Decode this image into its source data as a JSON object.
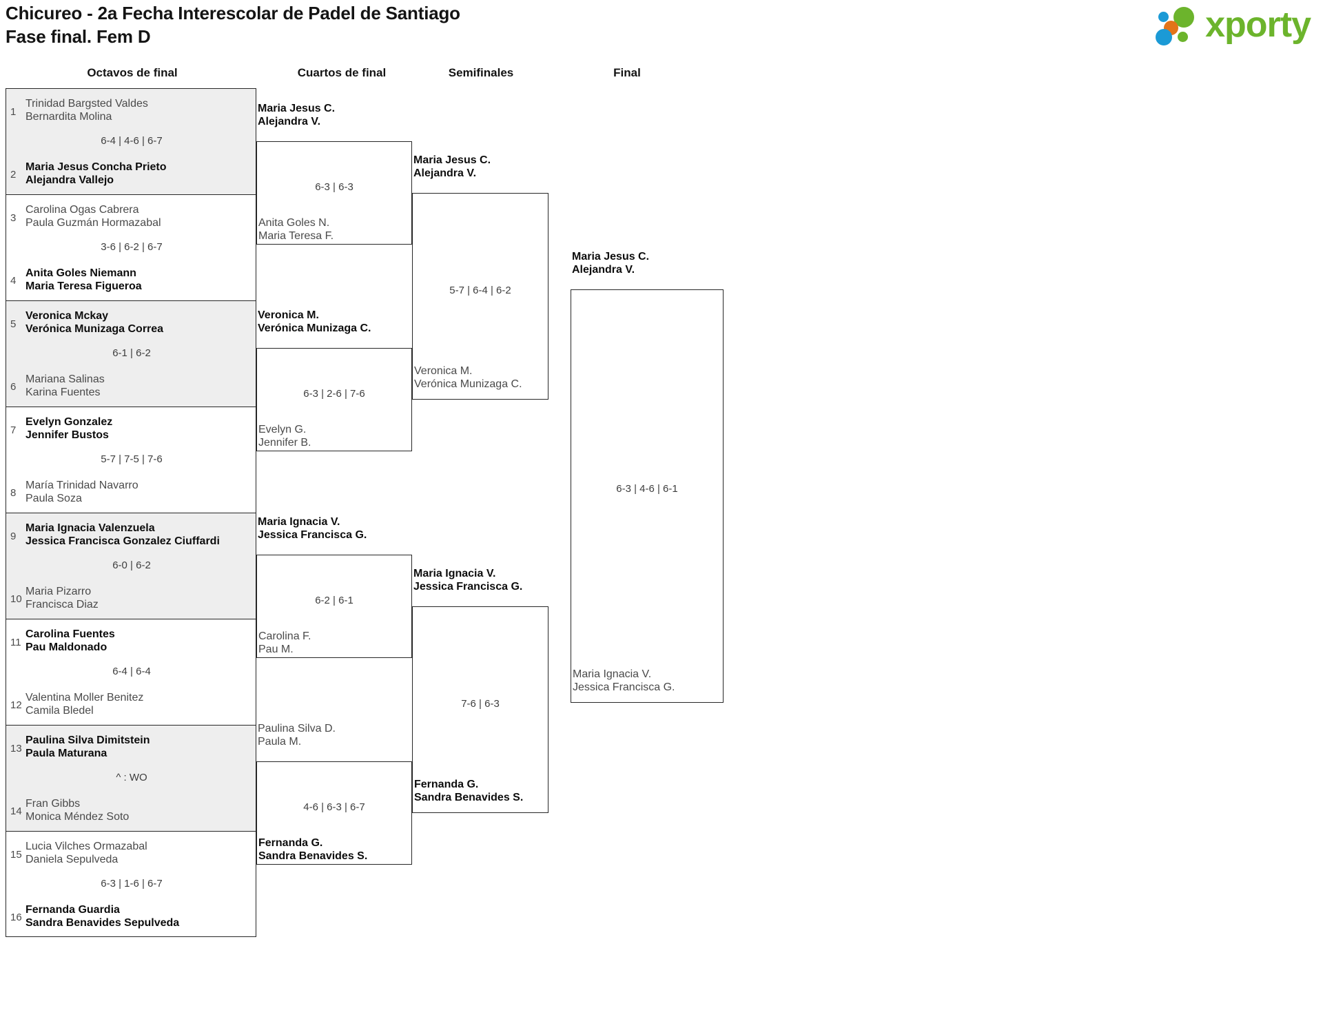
{
  "header": {
    "title_line1": "Chicureo - 2a Fecha Interescolar de Padel de Santiago",
    "title_line2": "Fase final. Fem D",
    "logo_text": "xporty"
  },
  "rounds": [
    {
      "label": "Octavos de final"
    },
    {
      "label": "Cuartos de final"
    },
    {
      "label": "Semifinales"
    },
    {
      "label": "Final"
    }
  ],
  "round1": [
    {
      "seed_top": "1",
      "top_l1": "Trinidad Bargsted Valdes",
      "top_l2": "Bernardita Molina",
      "top_win": false,
      "score": "6-4 | 4-6 | 6-7",
      "seed_bot": "2",
      "bot_l1": "Maria Jesus Concha Prieto",
      "bot_l2": "Alejandra Vallejo",
      "bot_win": true,
      "shaded": true
    },
    {
      "seed_top": "3",
      "top_l1": "Carolina Ogas Cabrera",
      "top_l2": "Paula Guzmán Hormazabal",
      "top_win": false,
      "score": "3-6 | 6-2 | 6-7",
      "seed_bot": "4",
      "bot_l1": "Anita Goles Niemann",
      "bot_l2": "Maria Teresa Figueroa",
      "bot_win": true,
      "shaded": false
    },
    {
      "seed_top": "5",
      "top_l1": "Veronica Mckay",
      "top_l2": "Verónica Munizaga Correa",
      "top_win": true,
      "score": "6-1 | 6-2",
      "seed_bot": "6",
      "bot_l1": "Mariana Salinas",
      "bot_l2": "Karina Fuentes",
      "bot_win": false,
      "shaded": true
    },
    {
      "seed_top": "7",
      "top_l1": "Evelyn Gonzalez",
      "top_l2": "Jennifer Bustos",
      "top_win": true,
      "score": "5-7 | 7-5 | 7-6",
      "seed_bot": "8",
      "bot_l1": "María Trinidad Navarro",
      "bot_l2": "Paula Soza",
      "bot_win": false,
      "shaded": false
    },
    {
      "seed_top": "9",
      "top_l1": "Maria Ignacia Valenzuela",
      "top_l2": "Jessica Francisca Gonzalez Ciuffardi",
      "top_win": true,
      "score": "6-0 | 6-2",
      "seed_bot": "10",
      "bot_l1": "Maria Pizarro",
      "bot_l2": "Francisca Diaz",
      "bot_win": false,
      "shaded": true
    },
    {
      "seed_top": "11",
      "top_l1": "Carolina Fuentes",
      "top_l2": "Pau Maldonado",
      "top_win": true,
      "score": "6-4 | 6-4",
      "seed_bot": "12",
      "bot_l1": "Valentina Moller Benitez",
      "bot_l2": "Camila Bledel",
      "bot_win": false,
      "shaded": false
    },
    {
      "seed_top": "13",
      "top_l1": "Paulina Silva Dimitstein",
      "top_l2": "Paula Maturana",
      "top_win": true,
      "score": "^ : WO",
      "seed_bot": "14",
      "bot_l1": "Fran Gibbs",
      "bot_l2": "Monica Méndez Soto",
      "bot_win": false,
      "shaded": true
    },
    {
      "seed_top": "15",
      "top_l1": "Lucia Vilches Ormazabal",
      "top_l2": "Daniela Sepulveda",
      "top_win": false,
      "score": "6-3 | 1-6 | 6-7",
      "seed_bot": "16",
      "bot_l1": "Fernanda Guardia",
      "bot_l2": "Sandra Benavides Sepulveda",
      "bot_win": true,
      "shaded": false
    }
  ],
  "round2": [
    {
      "top_l1": "Maria Jesus C.",
      "top_l2": "Alejandra V.",
      "top_win": true,
      "score": "6-3 | 6-3",
      "bot_l1": "Anita Goles N.",
      "bot_l2": "Maria Teresa F.",
      "bot_win": false
    },
    {
      "top_l1": "Veronica M.",
      "top_l2": "Verónica Munizaga C.",
      "top_win": true,
      "score": "6-3 | 2-6 | 7-6",
      "bot_l1": "Evelyn G.",
      "bot_l2": "Jennifer B.",
      "bot_win": false
    },
    {
      "top_l1": "Maria Ignacia V.",
      "top_l2": "Jessica Francisca G.",
      "top_win": true,
      "score": "6-2 | 6-1",
      "bot_l1": "Carolina F.",
      "bot_l2": "Pau M.",
      "bot_win": false
    },
    {
      "top_l1": "Paulina Silva D.",
      "top_l2": "Paula M.",
      "top_win": false,
      "score": "4-6 | 6-3 | 6-7",
      "bot_l1": "Fernanda G.",
      "bot_l2": "Sandra Benavides S.",
      "bot_win": true
    }
  ],
  "round3": [
    {
      "top_l1": "Maria Jesus C.",
      "top_l2": "Alejandra V.",
      "top_win": true,
      "score": "5-7 | 6-4 | 6-2",
      "bot_l1": "Veronica M.",
      "bot_l2": "Verónica Munizaga C.",
      "bot_win": false
    },
    {
      "top_l1": "Maria Ignacia V.",
      "top_l2": "Jessica Francisca G.",
      "top_win": true,
      "score": "7-6 | 6-3",
      "bot_l1": "Fernanda G.",
      "bot_l2": "Sandra Benavides S.",
      "bot_win": true
    }
  ],
  "round4": [
    {
      "top_l1": "Maria Jesus C.",
      "top_l2": "Alejandra V.",
      "top_win": true,
      "score": "6-3 | 4-6 | 6-1",
      "bot_l1": "Maria Ignacia V.",
      "bot_l2": "Jessica Francisca G.",
      "bot_win": false
    }
  ]
}
